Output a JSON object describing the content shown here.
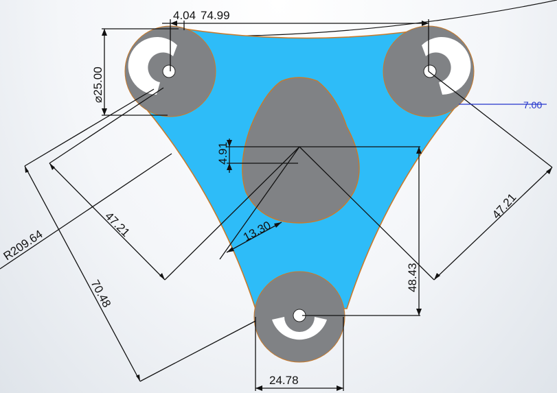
{
  "drawing": {
    "colors": {
      "plate_fill": "#2ebcf8",
      "plate_edge": "#c87a2a",
      "lobe_fill": "#808285",
      "dimension_line": "#111111",
      "blue_dimension": "#2233cc",
      "slot_fill": "#ffffff"
    },
    "dimensions": {
      "top_small": "4.04",
      "top_width": "74.99",
      "diameter_left": "⌀25.00",
      "radius_large": "R209.64",
      "offset_center": "4.91",
      "center_width": "13.30",
      "left_diag_inner": "47.21",
      "left_diag_outer": "70.48",
      "right_diag": "47.21",
      "right_vertical": "48.43",
      "bottom_width": "24.78",
      "blue_value": "7.00"
    }
  }
}
